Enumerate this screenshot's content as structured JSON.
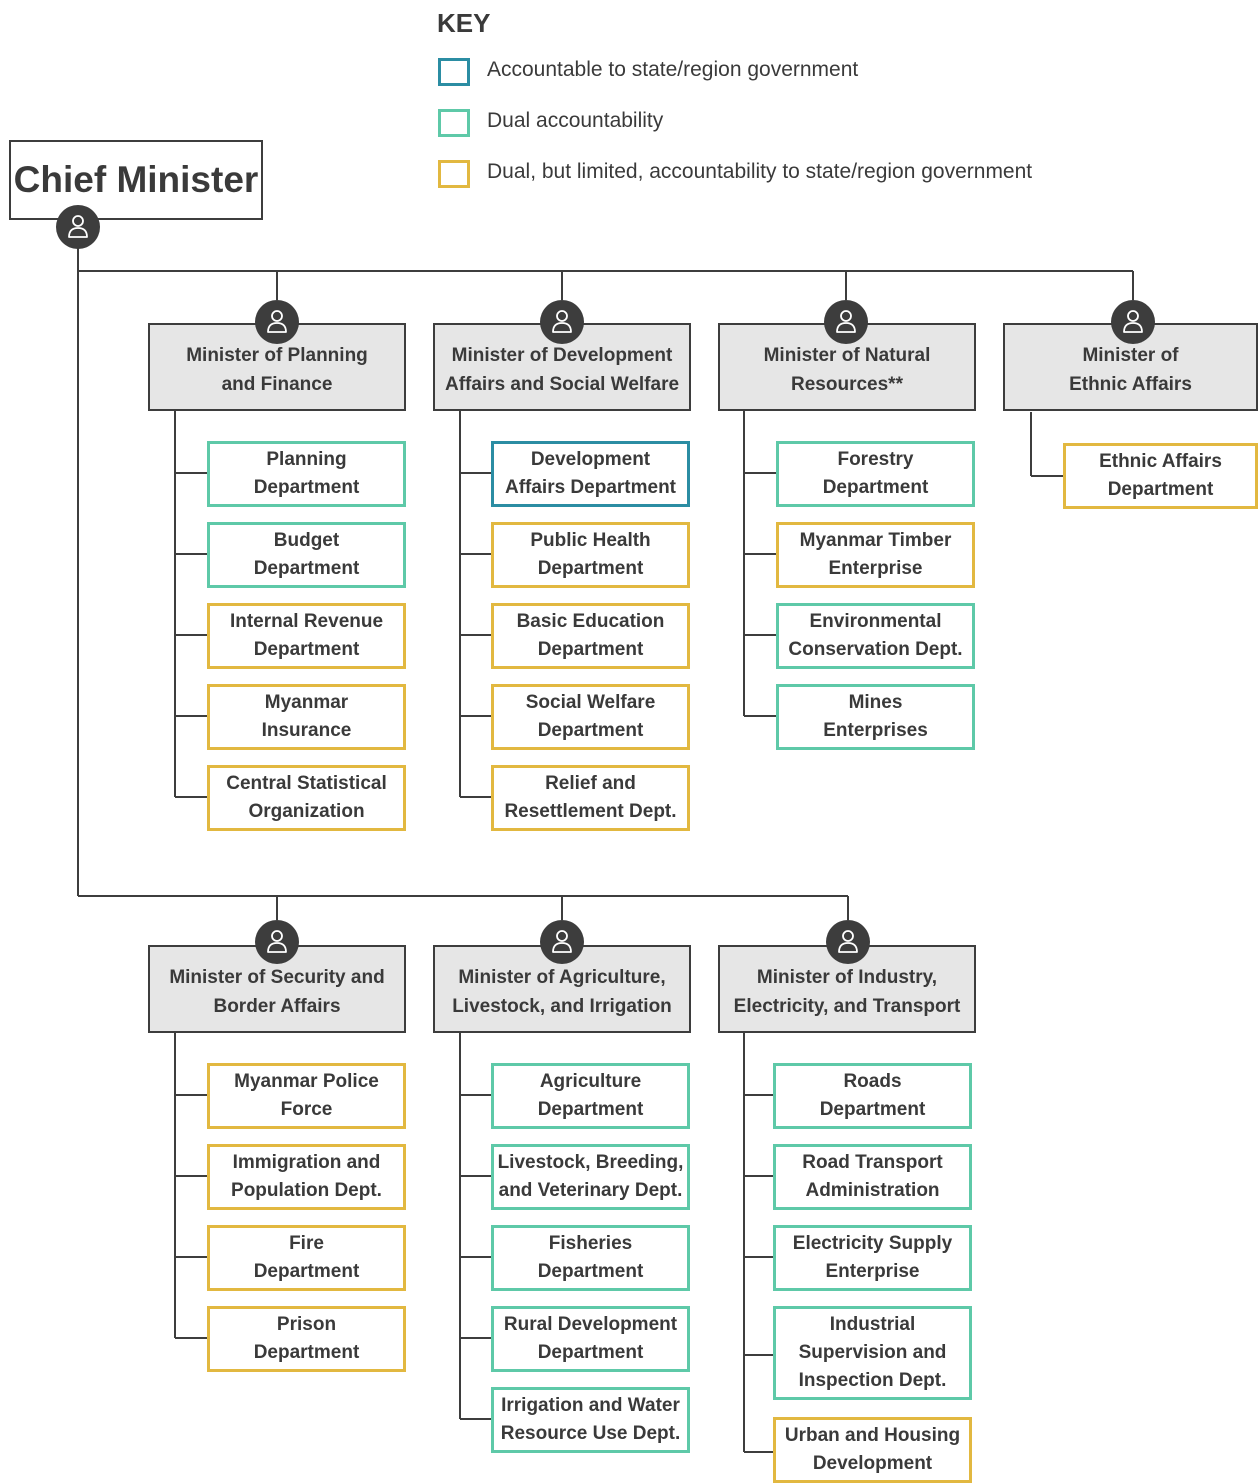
{
  "key": {
    "title": "KEY",
    "items": [
      {
        "label": "Accountable to state/region government",
        "color": "#2b8da3"
      },
      {
        "label": "Dual accountability",
        "color": "#5ec9a8"
      },
      {
        "label": "Dual, but limited, accountability to state/region government",
        "color": "#e2b840"
      }
    ]
  },
  "chief": {
    "title": "Chief Minister",
    "icon": "person-icon"
  },
  "ministers": [
    {
      "line1": "Minister of Planning",
      "line2": "and Finance",
      "departments": [
        {
          "line1": "Planning",
          "line2": "Department",
          "type": "dual"
        },
        {
          "line1": "Budget",
          "line2": "Department",
          "type": "dual"
        },
        {
          "line1": "Internal Revenue",
          "line2": "Department",
          "type": "limited"
        },
        {
          "line1": "Myanmar",
          "line2": "Insurance",
          "type": "limited"
        },
        {
          "line1": "Central Statistical",
          "line2": "Organization",
          "type": "limited"
        }
      ]
    },
    {
      "line1": "Minister of Development",
      "line2": "Affairs and Social Welfare",
      "departments": [
        {
          "line1": "Development",
          "line2": "Affairs Department",
          "type": "state"
        },
        {
          "line1": "Public Health",
          "line2": "Department",
          "type": "limited"
        },
        {
          "line1": "Basic Education",
          "line2": "Department",
          "type": "limited"
        },
        {
          "line1": "Social Welfare",
          "line2": "Department",
          "type": "limited"
        },
        {
          "line1": "Relief and",
          "line2": "Resettlement Dept.",
          "type": "limited"
        }
      ]
    },
    {
      "line1": "Minister of Natural",
      "line2": "Resources**",
      "departments": [
        {
          "line1": "Forestry",
          "line2": "Department",
          "type": "dual"
        },
        {
          "line1": "Myanmar Timber",
          "line2": "Enterprise",
          "type": "limited"
        },
        {
          "line1": "Environmental",
          "line2": "Conservation Dept.",
          "type": "dual"
        },
        {
          "line1": "Mines",
          "line2": "Enterprises",
          "type": "dual"
        }
      ]
    },
    {
      "line1": "Minister of",
      "line2": "Ethnic Affairs",
      "departments": [
        {
          "line1": "Ethnic Affairs",
          "line2": "Department",
          "type": "limited"
        }
      ]
    },
    {
      "line1": "Minister of Security and",
      "line2": "Border Affairs",
      "departments": [
        {
          "line1": "Myanmar Police",
          "line2": "Force",
          "type": "limited"
        },
        {
          "line1": "Immigration and",
          "line2": "Population Dept.",
          "type": "limited"
        },
        {
          "line1": "Fire",
          "line2": "Department",
          "type": "limited"
        },
        {
          "line1": "Prison",
          "line2": "Department",
          "type": "limited"
        }
      ]
    },
    {
      "line1": "Minister of Agriculture,",
      "line2": "Livestock, and Irrigation",
      "departments": [
        {
          "line1": "Agriculture",
          "line2": "Department",
          "type": "dual"
        },
        {
          "line1": "Livestock, Breeding,",
          "line2": "and Veterinary Dept.",
          "type": "dual"
        },
        {
          "line1": "Fisheries",
          "line2": "Department",
          "type": "dual"
        },
        {
          "line1": "Rural Development",
          "line2": "Department",
          "type": "dual"
        },
        {
          "line1": "Irrigation and Water",
          "line2": "Resource Use Dept.",
          "type": "dual"
        }
      ]
    },
    {
      "line1": "Minister of Industry,",
      "line2": "Electricity, and Transport",
      "departments": [
        {
          "line1": "Roads",
          "line2": "Department",
          "type": "dual"
        },
        {
          "line1": "Road Transport",
          "line2": "Administration",
          "type": "dual"
        },
        {
          "line1": "Electricity Supply",
          "line2": "Enterprise",
          "type": "dual"
        },
        {
          "line1": "Industrial",
          "line2": "Supervision and",
          "line3": "Inspection Dept.",
          "type": "dual"
        },
        {
          "line1": "Urban and Housing",
          "line2": "Development",
          "type": "limited"
        }
      ]
    }
  ]
}
